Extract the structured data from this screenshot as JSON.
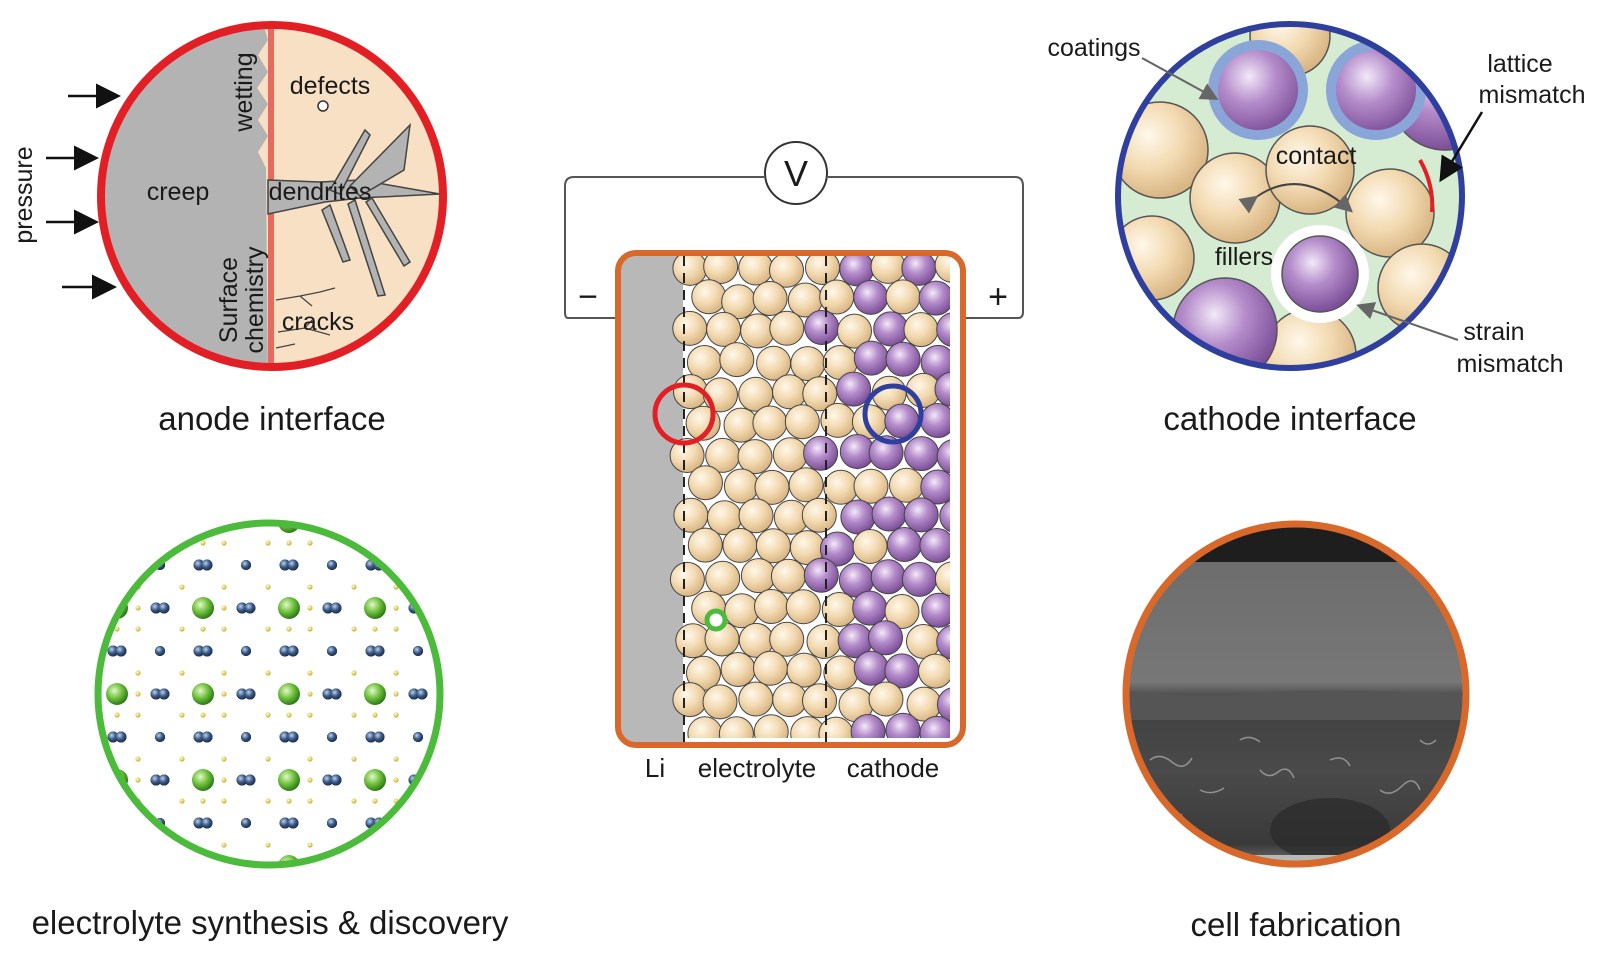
{
  "anode_panel": {
    "caption": "anode interface",
    "labels": {
      "pressure": "pressure",
      "creep": "creep",
      "wetting": "wetting",
      "defects": "defects",
      "dendrites": "dendrites",
      "surface": "Surface",
      "chemistry": "chemistry",
      "cracks": "cracks"
    },
    "colors": {
      "ring": "#e31f26",
      "lithium": "#b3b3b3",
      "electrolyte": "#f8e0c4"
    }
  },
  "cell_panel": {
    "voltmeter_symbol": "V",
    "minus_sign": "−",
    "plus_sign": "+",
    "labels": {
      "li": "Li",
      "electrolyte": "electrolyte",
      "cathode": "cathode"
    },
    "colors": {
      "border": "#d8692a",
      "electrolyte_particle": "#efd6ad",
      "cathode_particle": "#b98ec8"
    }
  },
  "cathode_panel": {
    "caption": "cathode interface",
    "labels": {
      "coatings": "coatings",
      "lattice": "lattice",
      "lattice_mismatch": "mismatch",
      "contact": "contact",
      "fillers": "fillers",
      "strain": "strain",
      "strain_mismatch": "mismatch"
    },
    "colors": {
      "ring": "#2f3f9e",
      "matrix": "#d6ecd2"
    }
  },
  "synthesis_panel": {
    "caption": "electrolyte synthesis & discovery",
    "colors": {
      "ring": "#4cbb3c",
      "large_atom": "#6cc03a",
      "medium_atom": "#3a5a86",
      "small_atom": "#e0d24a"
    }
  },
  "fabrication_panel": {
    "caption": "cell fabrication",
    "colors": {
      "ring": "#d8692a"
    }
  }
}
